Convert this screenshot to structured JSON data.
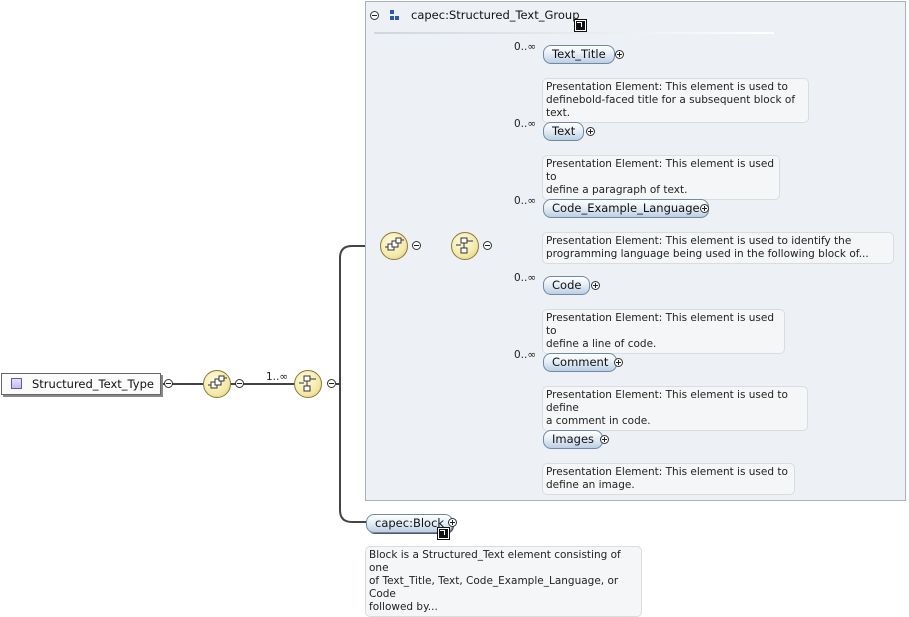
{
  "root": {
    "name": "Structured_Text_Type"
  },
  "outer_choice": {
    "cardinality": "1..∞"
  },
  "group": {
    "title": "capec:Structured_Text_Group"
  },
  "group_elements": [
    {
      "name": "Text_Title",
      "cardinality": "0..∞",
      "doc_line1": "Presentation Element: This element is used to",
      "doc_line2": "definebold-faced title for a subsequent block of text."
    },
    {
      "name": "Text",
      "cardinality": "0..∞",
      "doc_line1": "Presentation Element: This element is used to",
      "doc_line2": "define a paragraph of text."
    },
    {
      "name": "Code_Example_Language",
      "cardinality": "0..∞",
      "doc_line1": "Presentation Element: This element is used to identify the",
      "doc_line2": "programming language being used in the following block of..."
    },
    {
      "name": "Code",
      "cardinality": "0..∞",
      "doc_line1": "Presentation Element: This element is used to",
      "doc_line2": "define a line of code."
    },
    {
      "name": "Comment",
      "cardinality": "0..∞",
      "doc_line1": "Presentation Element: This element is used to define",
      "doc_line2": "a comment in code."
    },
    {
      "name": "Images",
      "cardinality": "",
      "doc_line1": "Presentation Element: This element is used to",
      "doc_line2": "define an image."
    }
  ],
  "block": {
    "name": "capec:Block",
    "doc_line1": "Block is a Structured_Text element consisting of one",
    "doc_line2": "of Text_Title, Text, Code_Example_Language, or Code",
    "doc_line3": "followed by..."
  },
  "colors": {
    "group_bg": "#edf1f5",
    "element_fill": "#bccfe3",
    "compositor_fill": "#f4e9a8",
    "line": "#555555"
  }
}
